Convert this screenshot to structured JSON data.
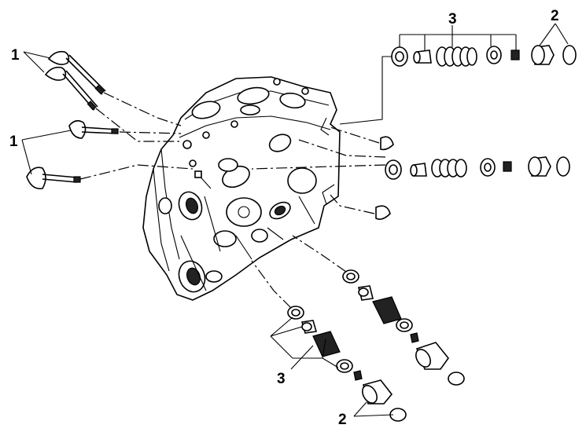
{
  "callouts": {
    "valves_upper": "1",
    "valves_lower": "1",
    "springs_top": "3",
    "tappets_top": "2",
    "springs_bottom": "3",
    "tappets_bottom": "2"
  }
}
